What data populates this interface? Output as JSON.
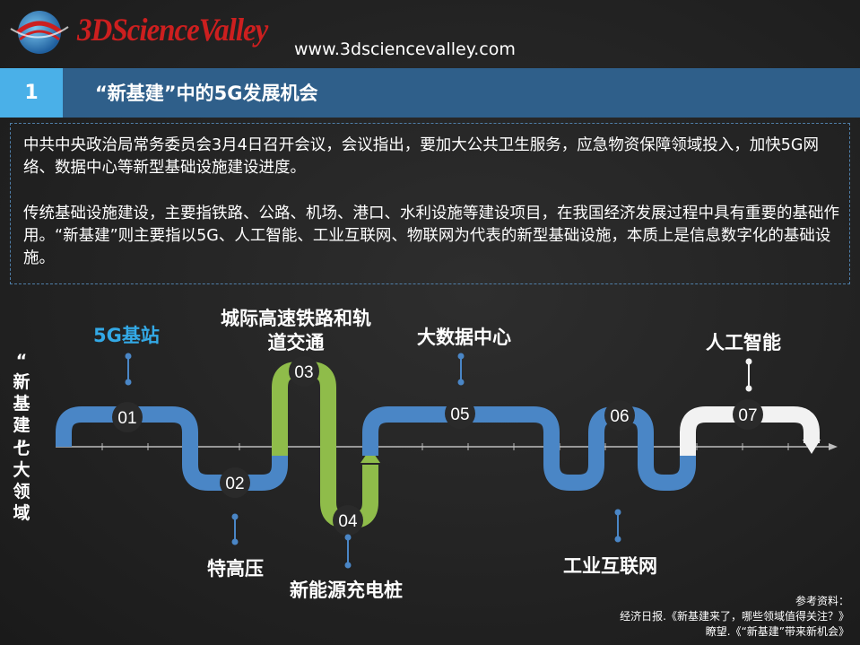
{
  "header": {
    "logo_text": "3DScienceValley",
    "url": "www.3dsciencevalley.com",
    "section_number": "1",
    "title": "“新基建”中的5G发展机会"
  },
  "intro": {
    "paragraph_1": "中共中央政治局常务委员会3月4日召开会议，会议指出，要加大公共卫生服务，应急物资保障领域投入，加快5G网络、数据中心等新型基础设施建设进度。",
    "paragraph_2": "传统基础设施建设，主要指铁路、公路、机场、港口、水利设施等建设项目，在我国经济发展过程中具有重要的基础作用。“新基建”则主要指以5G、人工智能、工业互联网、物联网为代表的新型基础设施，本质上是信息数字化的基础设施。"
  },
  "side_label": {
    "top": [
      "“",
      "新",
      "基",
      "建",
      "”"
    ],
    "bottom": [
      "七",
      "大",
      "领",
      "域"
    ]
  },
  "fields": [
    {
      "num": "01",
      "label": "5G基站",
      "color": "#4a86c6",
      "label_color": "#33a9e6"
    },
    {
      "num": "02",
      "label": "特高压",
      "color": "#4a86c6"
    },
    {
      "num": "03",
      "label": "城际高速铁路和轨道交通",
      "label_line1": "城际高速铁路和轨",
      "label_line2": "道交通",
      "color": "#8fbc4a"
    },
    {
      "num": "04",
      "label": "新能源充电桩",
      "color": "#8fbc4a"
    },
    {
      "num": "05",
      "label": "大数据中心",
      "color": "#4a86c6"
    },
    {
      "num": "06",
      "label": "工业互联网",
      "color": "#4a86c6"
    },
    {
      "num": "07",
      "label": "人工智能",
      "color": "#f2f2f2"
    }
  ],
  "references": {
    "title": "参考资料：",
    "line_1": "经济日报.《新基建来了，哪些领域值得关注？》",
    "line_2": "瞭望.《“新基建”带来新机会》"
  }
}
